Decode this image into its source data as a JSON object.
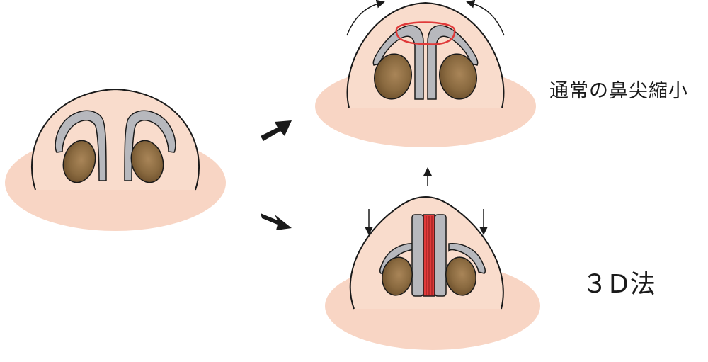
{
  "labels": {
    "standard_method": "通常の鼻尖縮小",
    "three_d_method": "３D法"
  },
  "colors": {
    "skin_base": "#f8d5c4",
    "nose_fill": "#f9dccc",
    "cartilage": "#b7b8bd",
    "nostril": "#7a5b35",
    "suture_red": "#e03a3a",
    "outline": "#1a1a1a"
  },
  "icons": {
    "process_arrow": "bold-arrow-right-down",
    "rotation_arrow": "curved-arrow",
    "direction_arrow": "thin-arrow"
  }
}
